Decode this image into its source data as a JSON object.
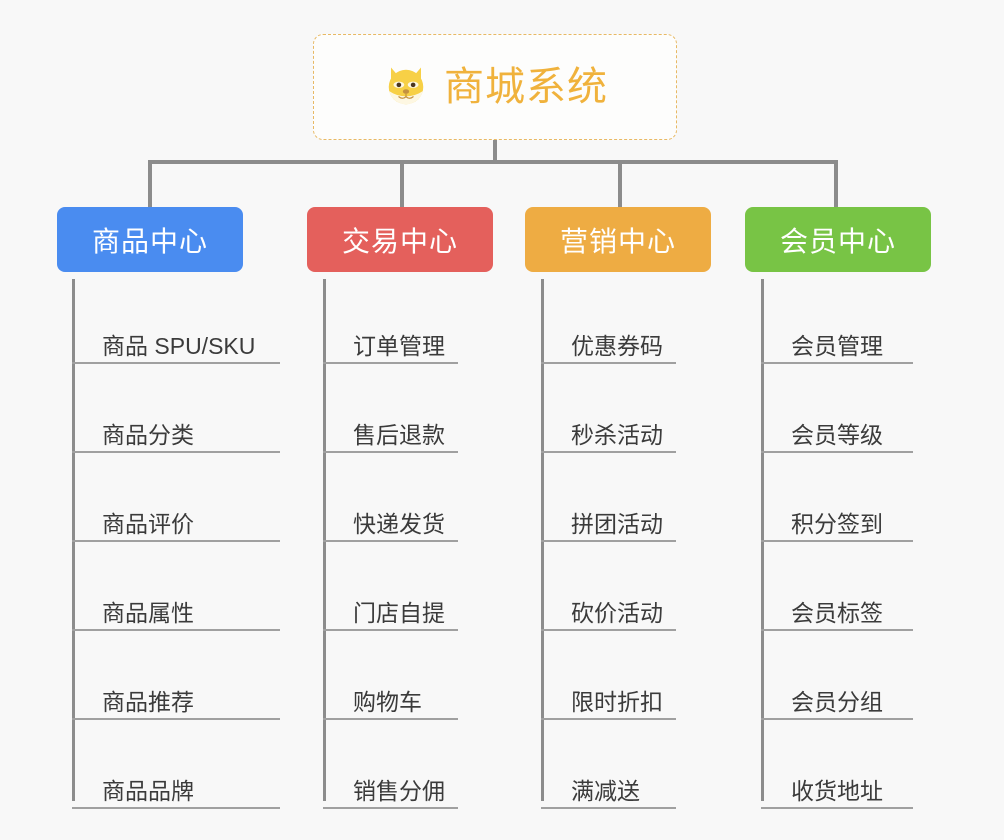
{
  "page": {
    "background_color": "#f8f8f8",
    "line_color": "#8c8c8c"
  },
  "root": {
    "title": "商城系统",
    "icon": "shiba-dog-face-icon",
    "text_color": "#f0b23c",
    "border_color": "#e8b964"
  },
  "columns": [
    {
      "title": "商品中心",
      "color": "#4a8cf0",
      "items": [
        "商品 SPU/SKU",
        "商品分类",
        "商品评价",
        "商品属性",
        "商品推荐",
        "商品品牌"
      ]
    },
    {
      "title": "交易中心",
      "color": "#e4605c",
      "items": [
        "订单管理",
        "售后退款",
        "快递发货",
        "门店自提",
        "购物车",
        "销售分佣"
      ]
    },
    {
      "title": "营销中心",
      "color": "#eeac43",
      "items": [
        "优惠券码",
        "秒杀活动",
        "拼团活动",
        "砍价活动",
        "限时折扣",
        "满减送"
      ]
    },
    {
      "title": "会员中心",
      "color": "#78c445",
      "items": [
        "会员管理",
        "会员等级",
        "积分签到",
        "会员标签",
        "会员分组",
        "收货地址"
      ]
    }
  ]
}
